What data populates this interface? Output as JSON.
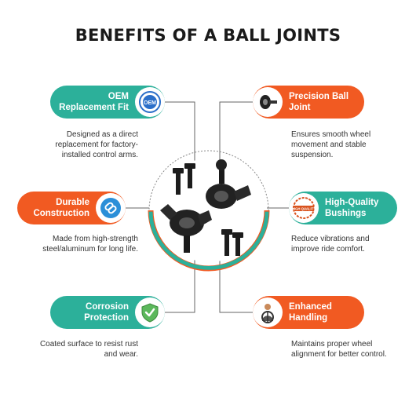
{
  "title": "BENEFITS OF A BALL JOINTS",
  "items": [
    {
      "label_line1": "OEM",
      "label_line2": "Replacement Fit",
      "icon": "oem-badge-icon",
      "icon_text": "OEM",
      "desc_line1": "Designed as a direct",
      "desc_line2": "replacement for factory-",
      "desc_line3": "installed control arms.",
      "color": "#2cb09a"
    },
    {
      "label_line1": "Precision Ball",
      "label_line2": "Joint",
      "icon": "bearing-icon",
      "desc_line1": "Ensures smooth wheel",
      "desc_line2": "movement and stable",
      "desc_line3": "suspension.",
      "color": "#f15a22"
    },
    {
      "label_line1": "Durable",
      "label_line2": "Construction",
      "icon": "chain-link-icon",
      "desc_line1": "Made from high-strength",
      "desc_line2": "steel/aluminum for long life.",
      "color": "#f15a22"
    },
    {
      "label_line1": "High-Quality",
      "label_line2": "Bushings",
      "icon": "quality-stamp-icon",
      "icon_text": "HIGH QUALITY",
      "desc_line1": "Reduce vibrations and",
      "desc_line2": "improve ride comfort.",
      "color": "#2cb09a"
    },
    {
      "label_line1": "Corrosion",
      "label_line2": "Protection",
      "icon": "shield-check-icon",
      "desc_line1": "Coated surface to resist rust",
      "desc_line2": "and wear.",
      "color": "#2cb09a"
    },
    {
      "label_line1": "Enhanced",
      "label_line2": "Handling",
      "icon": "driver-steering-icon",
      "desc_line1": "Maintains proper wheel",
      "desc_line2": "alignment for better control.",
      "color": "#f15a22"
    }
  ],
  "center_image": "ball-joints-photo"
}
